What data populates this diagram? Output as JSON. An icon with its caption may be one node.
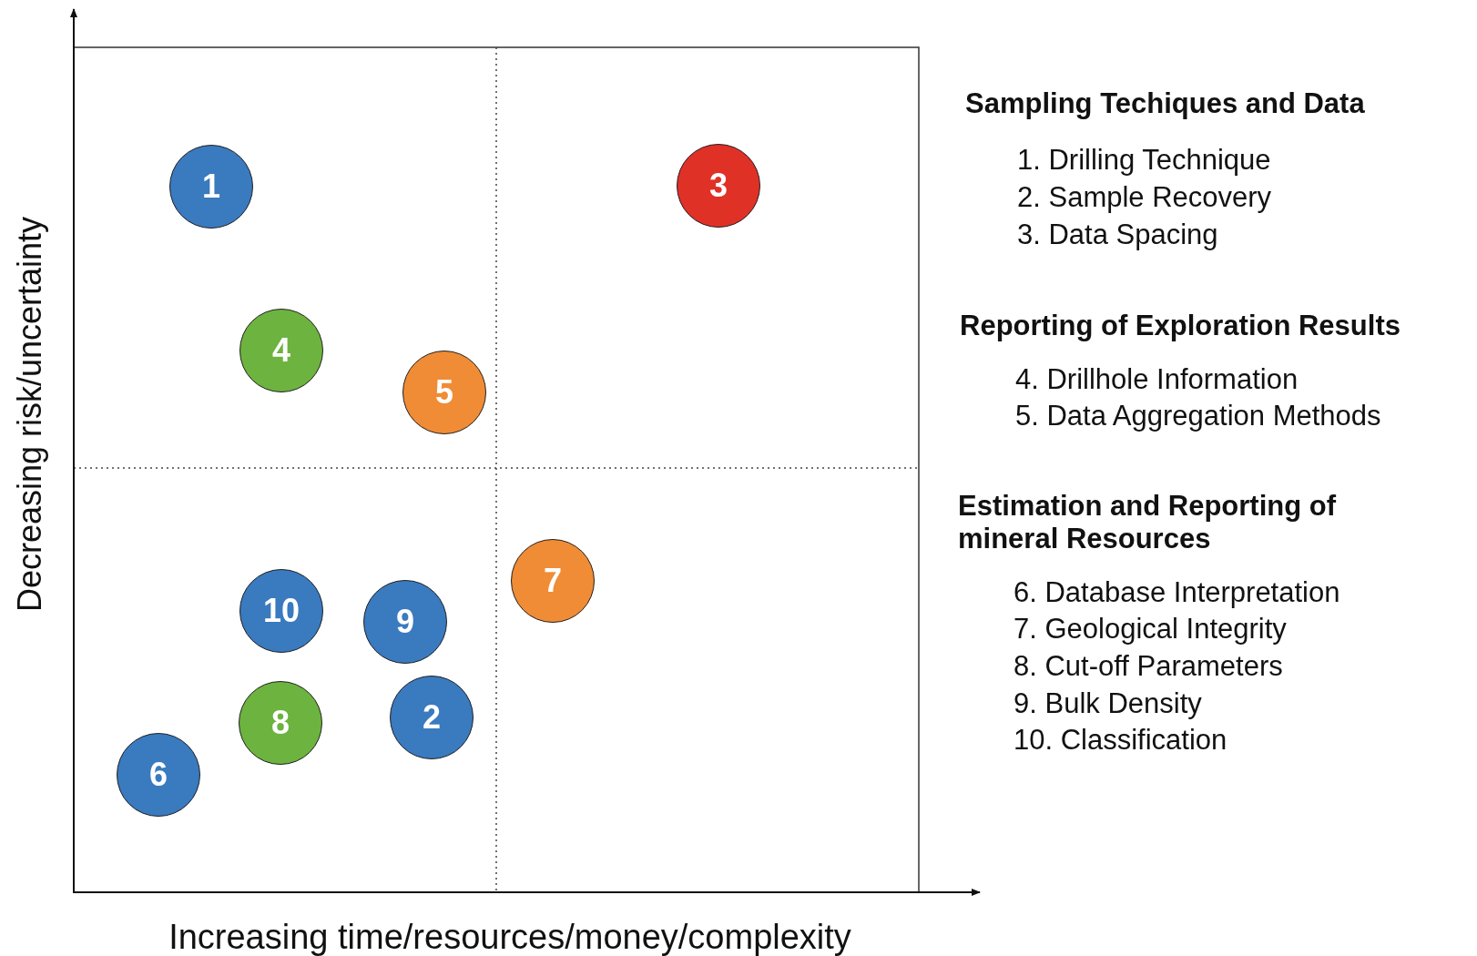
{
  "diagram": {
    "nodes": [
      {
        "text": [
          "1"
        ]
      },
      {
        "text": [
          "3"
        ]
      },
      {
        "text": [
          "4"
        ]
      },
      {
        "text": [
          "5"
        ]
      },
      {
        "text": [
          "7"
        ]
      },
      {
        "text": [
          "10"
        ]
      },
      {
        "text": [
          "9"
        ]
      },
      {
        "text": [
          "8"
        ]
      },
      {
        "text": [
          "2"
        ]
      },
      {
        "text": [
          "6"
        ]
      }
    ],
    "edges": [],
    "labels": [
      "Decreasing risk/uncertainty",
      "Increasing time/resources/money/complexity",
      "Sampling Techiques and Data",
      "1. Drilling Technique",
      "2. Sample Recovery",
      "3. Data Spacing",
      "Reporting of Exploration Results",
      "4. Drillhole Information",
      "5. Data Aggregation Methods",
      "Estimation and Reporting of mineral Resources",
      "6. Database Interpretation",
      "7. Geological Integrity",
      "8. Cut-off Parameters",
      "9. Bulk Density",
      "10. Classification"
    ]
  }
}
